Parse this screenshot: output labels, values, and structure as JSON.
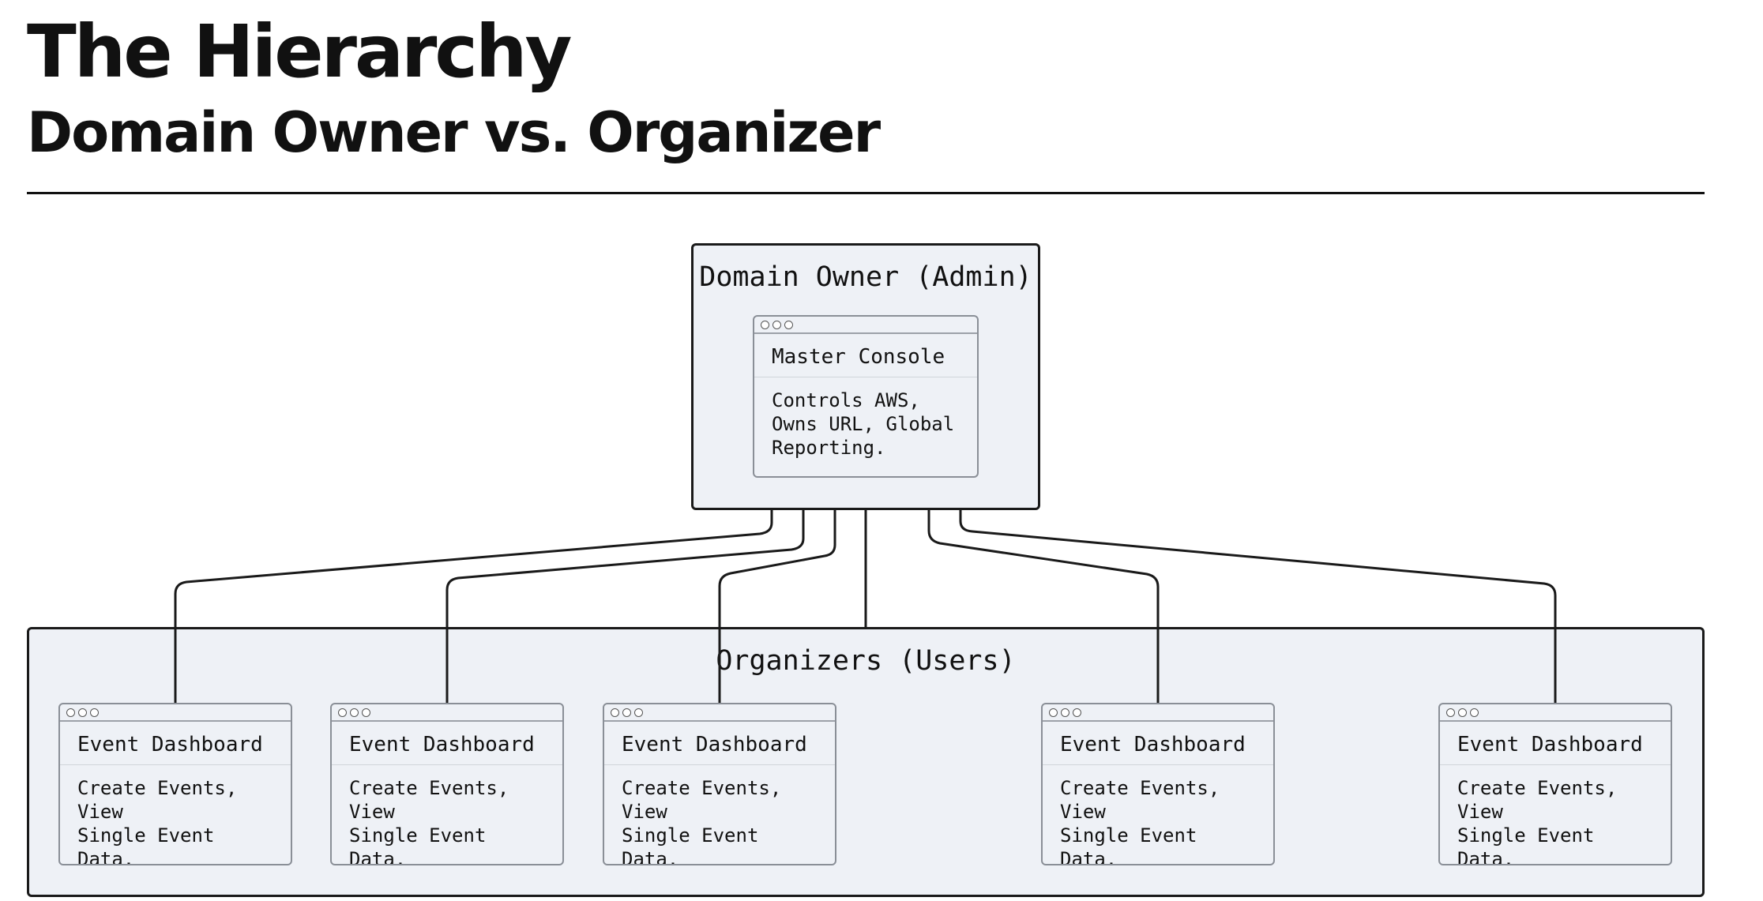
{
  "header": {
    "title": "The Hierarchy",
    "subtitle": "Domain Owner vs. Organizer"
  },
  "admin": {
    "label": "Domain Owner (Admin)",
    "card": {
      "title": "Master Console",
      "description": "Controls AWS,\nOwns URL, Global\nReporting."
    }
  },
  "organizers": {
    "label": "Organizers (Users)",
    "cards": [
      {
        "title": "Event Dashboard",
        "description": "Create Events, View\nSingle Event Data."
      },
      {
        "title": "Event Dashboard",
        "description": "Create Events, View\nSingle Event Data."
      },
      {
        "title": "Event Dashboard",
        "description": "Create Events, View\nSingle Event Data."
      },
      {
        "title": "Event Dashboard",
        "description": "Create Events, View\nSingle Event Data."
      },
      {
        "title": "Event Dashboard",
        "description": "Create Events, View\nSingle Event Data."
      }
    ]
  },
  "colors": {
    "box_fill": "#eef1f6",
    "stroke": "#1a1a1a",
    "card_border": "#8a8f97"
  },
  "icons": [
    "window-controls-icon"
  ]
}
